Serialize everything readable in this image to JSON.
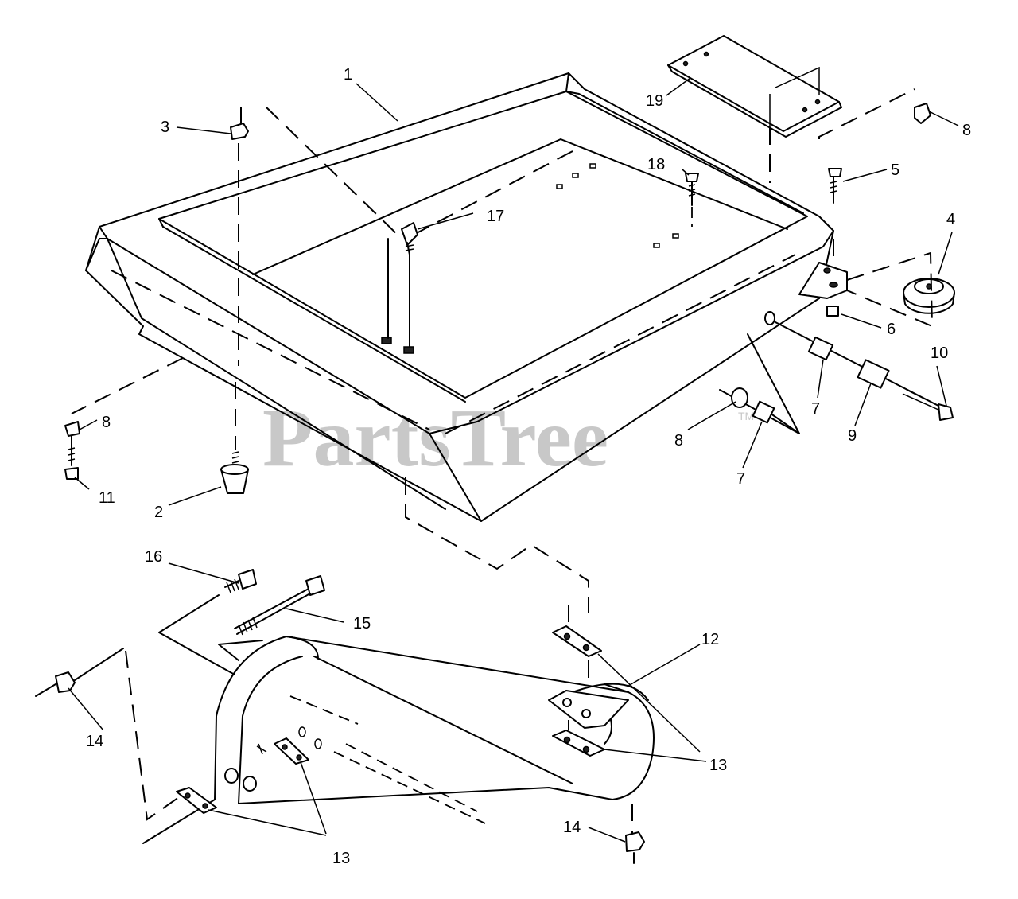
{
  "watermark": {
    "text": "PartsTree",
    "trademark": "TM"
  },
  "callouts": [
    {
      "id": "c1",
      "label": "1"
    },
    {
      "id": "c2",
      "label": "2"
    },
    {
      "id": "c3",
      "label": "3"
    },
    {
      "id": "c4",
      "label": "4"
    },
    {
      "id": "c5",
      "label": "5"
    },
    {
      "id": "c6",
      "label": "6"
    },
    {
      "id": "c7a",
      "label": "7"
    },
    {
      "id": "c7b",
      "label": "7"
    },
    {
      "id": "c8a",
      "label": "8"
    },
    {
      "id": "c8b",
      "label": "8"
    },
    {
      "id": "c8c",
      "label": "8"
    },
    {
      "id": "c9",
      "label": "9"
    },
    {
      "id": "c10",
      "label": "10"
    },
    {
      "id": "c11",
      "label": "11"
    },
    {
      "id": "c12",
      "label": "12"
    },
    {
      "id": "c13a",
      "label": "13"
    },
    {
      "id": "c13b",
      "label": "13"
    },
    {
      "id": "c14a",
      "label": "14"
    },
    {
      "id": "c14b",
      "label": "14"
    },
    {
      "id": "c15",
      "label": "15"
    },
    {
      "id": "c16",
      "label": "16"
    },
    {
      "id": "c17",
      "label": "17"
    },
    {
      "id": "c18",
      "label": "18"
    },
    {
      "id": "c19",
      "label": "19"
    }
  ]
}
